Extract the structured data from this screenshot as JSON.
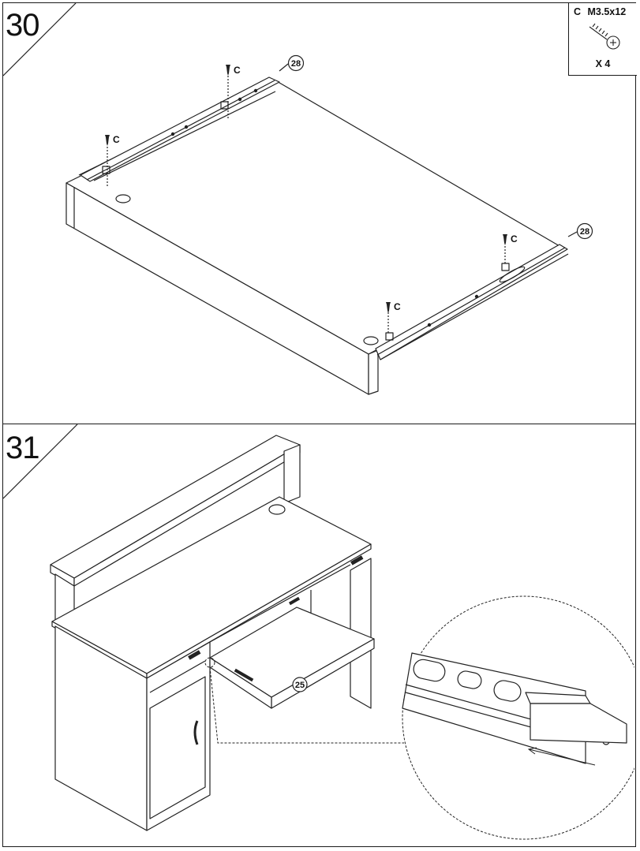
{
  "steps": [
    {
      "number": "30",
      "part_box": {
        "code": "C",
        "spec": "M3.5x12",
        "quantity": "X 4"
      },
      "callouts": {
        "rail_part": "28",
        "screw_letter": "C"
      }
    },
    {
      "number": "31",
      "callouts": {
        "tray_part": "25"
      }
    }
  ]
}
